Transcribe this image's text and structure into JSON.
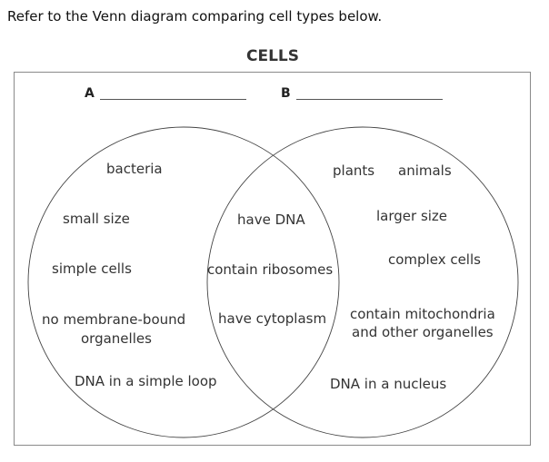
{
  "prompt": "Refer to the Venn diagram comparing cell types below.",
  "diagram": {
    "title": "CELLS",
    "labels": {
      "a": "A",
      "b": "B"
    },
    "circle_a_items": [
      "bacteria",
      "small size",
      "simple cells",
      "no membrane-bound",
      "organelles",
      "DNA in a simple loop"
    ],
    "overlap_items": [
      "have DNA",
      "contain ribosomes",
      "have cytoplasm"
    ],
    "circle_b_items": [
      "plants",
      "animals",
      "larger size",
      "complex cells",
      "contain mitochondria",
      "and other organelles",
      "DNA in a nucleus"
    ]
  }
}
